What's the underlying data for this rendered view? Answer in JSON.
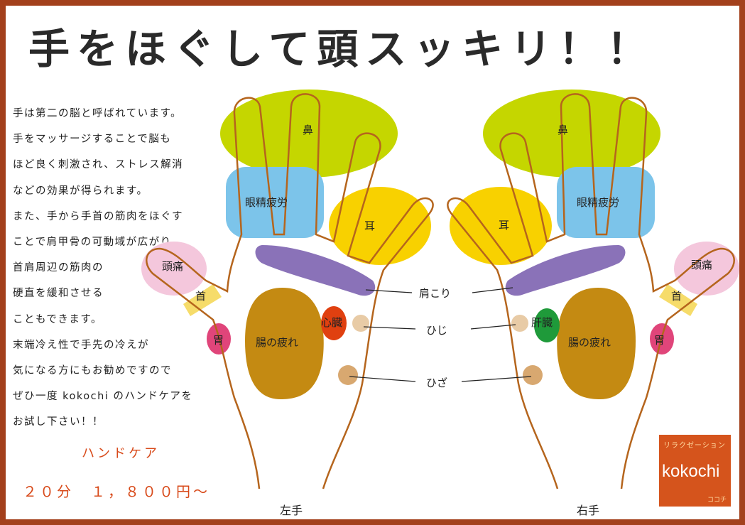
{
  "title": "手をほぐして頭スッキリ！！",
  "intro_lines": [
    "手は第二の脳と呼ばれています。",
    "手をマッサージすることで脳も",
    "ほど良く刺激され、ストレス解消",
    "などの効果が得られます。",
    "また、手から手首の筋肉をほぐす",
    "ことで肩甲骨の可動域が広がり、",
    "首肩周辺の筋肉の",
    "硬直を緩和させる",
    "こともできます。",
    "末端冷え性で手先の冷えが",
    "気になる方にもお勧めですので",
    "ぜひ一度 kokochi のハンドケアを",
    "お試し下さい！！"
  ],
  "service": {
    "name": "ハンドケア",
    "price": "２０分　１，８００円～"
  },
  "zones": {
    "nose": "鼻",
    "eye": "眼精疲労",
    "ear": "耳",
    "headache": "頭痛",
    "neck": "首",
    "stomach": "胃",
    "intestine": "腸の疲れ",
    "heart": "心臓",
    "liver": "肝臓"
  },
  "pointers": {
    "shoulder": "肩こり",
    "elbow": "ひじ",
    "knee": "ひざ"
  },
  "hands": {
    "left": "左手",
    "right": "右手"
  },
  "logo": {
    "sub": "リラクゼーション",
    "name": "kokochi",
    "kana": "ココチ"
  },
  "colors": {
    "frame": "#a3401c",
    "accent": "#d84a1a",
    "logo_bg": "#d5541c",
    "outline": "#b5651d"
  }
}
